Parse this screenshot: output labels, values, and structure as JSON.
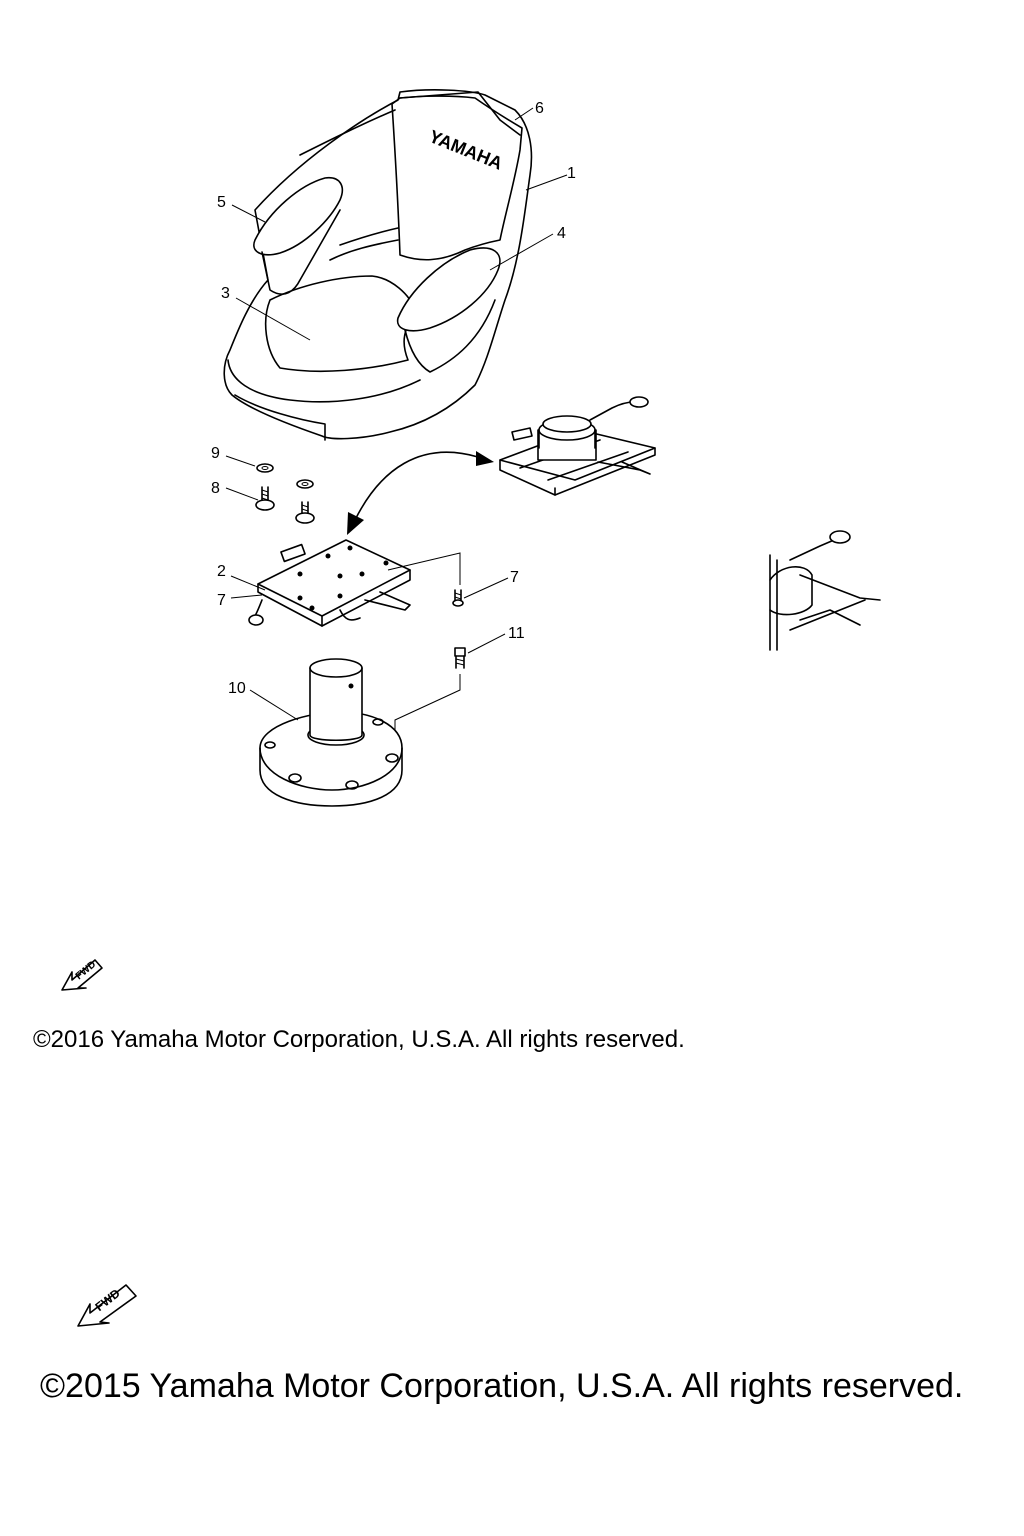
{
  "brand_text": "YAMAHA",
  "callouts": [
    {
      "id": "1",
      "label": "1"
    },
    {
      "id": "2",
      "label": "2"
    },
    {
      "id": "3",
      "label": "3"
    },
    {
      "id": "4",
      "label": "4"
    },
    {
      "id": "5",
      "label": "5"
    },
    {
      "id": "6",
      "label": "6"
    },
    {
      "id": "7a",
      "label": "7"
    },
    {
      "id": "7b",
      "label": "7"
    },
    {
      "id": "8",
      "label": "8"
    },
    {
      "id": "9",
      "label": "9"
    },
    {
      "id": "10",
      "label": "10"
    },
    {
      "id": "11",
      "label": "11"
    }
  ],
  "fwd_label": "FWD",
  "copyright_2016": "©2016 Yamaha Motor Corporation, U.S.A. All rights reserved.",
  "copyright_2015": "©2015 Yamaha Motor Corporation, U.S.A. All rights reserved.",
  "icons": [
    "fwd-arrow-icon"
  ]
}
